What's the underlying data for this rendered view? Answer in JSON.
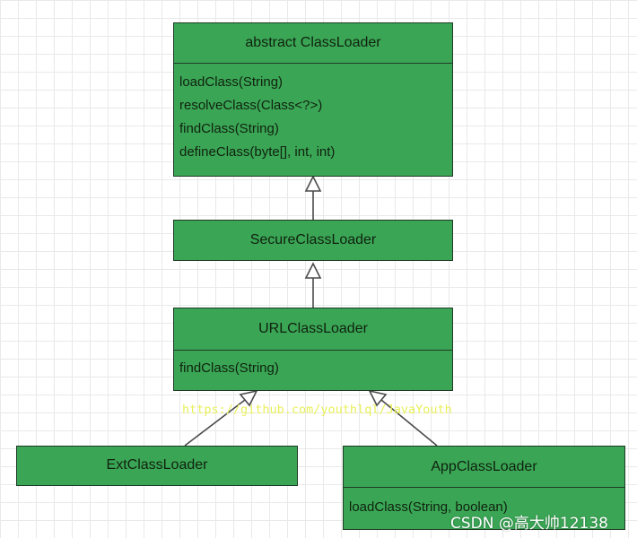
{
  "classes": {
    "classloader": {
      "name": "abstract ClassLoader",
      "methods": [
        "loadClass(String)",
        "resolveClass(Class<?>)",
        "findClass(String)",
        "defineClass(byte[], int, int)"
      ]
    },
    "secure": {
      "name": "SecureClassLoader"
    },
    "url": {
      "name": "URLClassLoader",
      "methods": [
        "findClass(String)"
      ]
    },
    "ext": {
      "name": "ExtClassLoader"
    },
    "app": {
      "name": "AppClassLoader",
      "methods": [
        "loadClass(String, boolean)"
      ]
    }
  },
  "watermarks": {
    "url": "https://github.com/youthlql/JavaYouth",
    "csdn": "CSDN @高大帅12138"
  },
  "colors": {
    "box_fill": "#3aa655",
    "box_border": "#1f3a26",
    "arrow_line": "#4a4a4a"
  }
}
